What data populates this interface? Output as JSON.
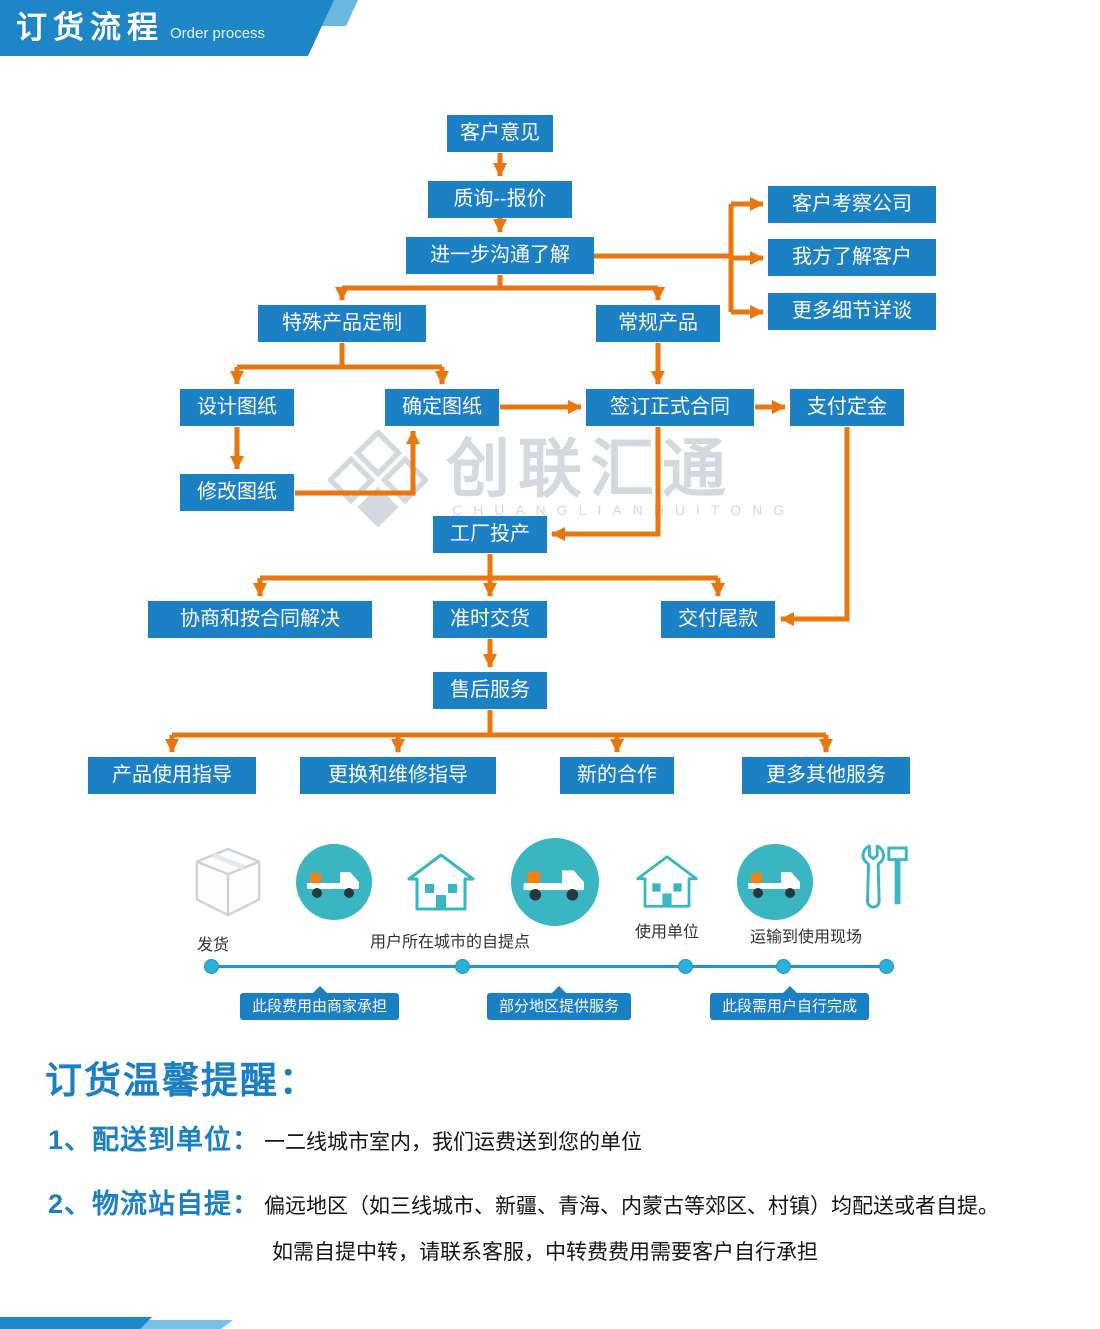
{
  "header": {
    "title": "订货流程",
    "subtitle": "Order process"
  },
  "watermark": {
    "text": "创联汇通",
    "subtext": "CHUANGLIANHUITONG"
  },
  "flowchart": {
    "nodes": {
      "customer_feedback": "客户意见",
      "inquiry_quote": "质询--报价",
      "further_communication": "进一步沟通了解",
      "customer_visit": "客户考察公司",
      "know_customer": "我方了解客户",
      "more_details": "更多细节详谈",
      "special_custom": "特殊产品定制",
      "regular_product": "常规产品",
      "design_drawing": "设计图纸",
      "confirm_drawing": "确定图纸",
      "sign_contract": "签订正式合同",
      "pay_deposit": "支付定金",
      "modify_drawing": "修改图纸",
      "factory_production": "工厂投产",
      "negotiate_resolve": "协商和按合同解决",
      "ontime_delivery": "准时交货",
      "pay_balance": "交付尾款",
      "aftersales": "售后服务",
      "usage_guide": "产品使用指导",
      "repair_guide": "更换和维修指导",
      "new_cooperation": "新的合作",
      "more_services": "更多其他服务"
    }
  },
  "logistics": {
    "labels": {
      "ship": "发货",
      "pickup_point": "用户所在城市的自提点",
      "using_unit": "使用单位",
      "transport_site": "运输到使用现场"
    },
    "tags": [
      "此段费用由商家承担",
      "部分地区提供服务",
      "此段需用户自行完成"
    ],
    "icons": [
      "package-icon",
      "truck-icon",
      "house-icon",
      "truck-icon",
      "house-icon",
      "truck-icon",
      "tools-icon"
    ]
  },
  "reminder": {
    "title": "订货温馨提醒：",
    "items": [
      {
        "label": "1、配送到单位：",
        "text": "一二线城市室内，我们运费送到您的单位"
      },
      {
        "label": "2、物流站自提：",
        "text": "偏远地区（如三线城市、新疆、青海、内蒙古等郊区、村镇）均配送或者自提。",
        "text2": "如需自提中转，请联系客服，中转费费用需要客户自行承担"
      }
    ]
  },
  "colors": {
    "box_blue": "#1b80c4",
    "arrow_orange": "#e9760e",
    "teal": "#3ab6c3",
    "timeline_blue": "#2097ca",
    "text_blue": "#1b7fc3"
  }
}
